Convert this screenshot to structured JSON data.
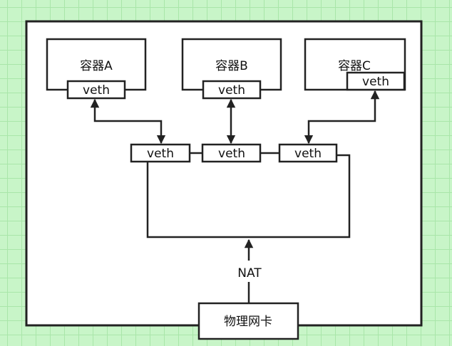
{
  "containers": [
    {
      "label": "容器A",
      "veth": "veth"
    },
    {
      "label": "容器B",
      "veth": "veth"
    },
    {
      "label": "容器C",
      "veth": "veth"
    }
  ],
  "bridge_veths": [
    "veth",
    "veth",
    "veth"
  ],
  "nat_label": "NAT",
  "nic_label": "物理网卡",
  "colors": {
    "background": "#c8f5c8",
    "grid": "#a9e6a9",
    "stroke": "#222222",
    "box_fill": "#ffffff"
  }
}
